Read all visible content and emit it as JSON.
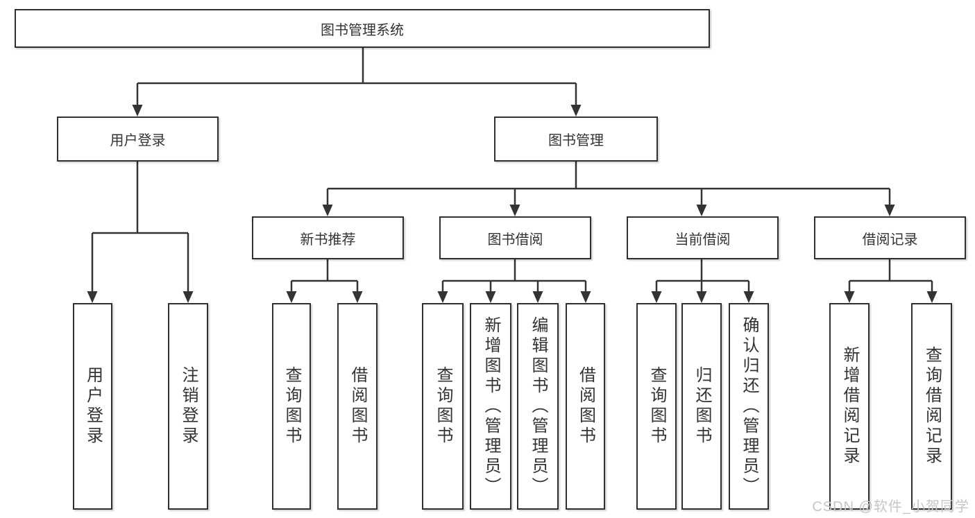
{
  "watermark": {
    "text": "CSDN @软件_小贺同学",
    "color": "#c6c6c6"
  },
  "colors": {
    "line": "#333333",
    "box_border": "#2f2f2f",
    "box_background": "#ffffff",
    "text": "#333333"
  },
  "tree": {
    "root": {
      "label": "图书管理系统",
      "children": [
        {
          "label": "用户登录",
          "children": [
            {
              "label": "用户登录"
            },
            {
              "label": "注销登录"
            }
          ]
        },
        {
          "label": "图书管理",
          "children": [
            {
              "label": "新书推荐",
              "children": [
                {
                  "label": "查询图书"
                },
                {
                  "label": "借阅图书"
                }
              ]
            },
            {
              "label": "图书借阅",
              "children": [
                {
                  "label": "查询图书"
                },
                {
                  "label": "新增图书（管理员）"
                },
                {
                  "label": "编辑图书（管理员）"
                },
                {
                  "label": "借阅图书"
                }
              ]
            },
            {
              "label": "当前借阅",
              "children": [
                {
                  "label": "查询图书"
                },
                {
                  "label": "归还图书"
                },
                {
                  "label": "确认归还（管理员）"
                }
              ]
            },
            {
              "label": "借阅记录",
              "children": [
                {
                  "label": "新增借阅记录"
                },
                {
                  "label": "查询借阅记录"
                }
              ]
            }
          ]
        }
      ]
    }
  }
}
